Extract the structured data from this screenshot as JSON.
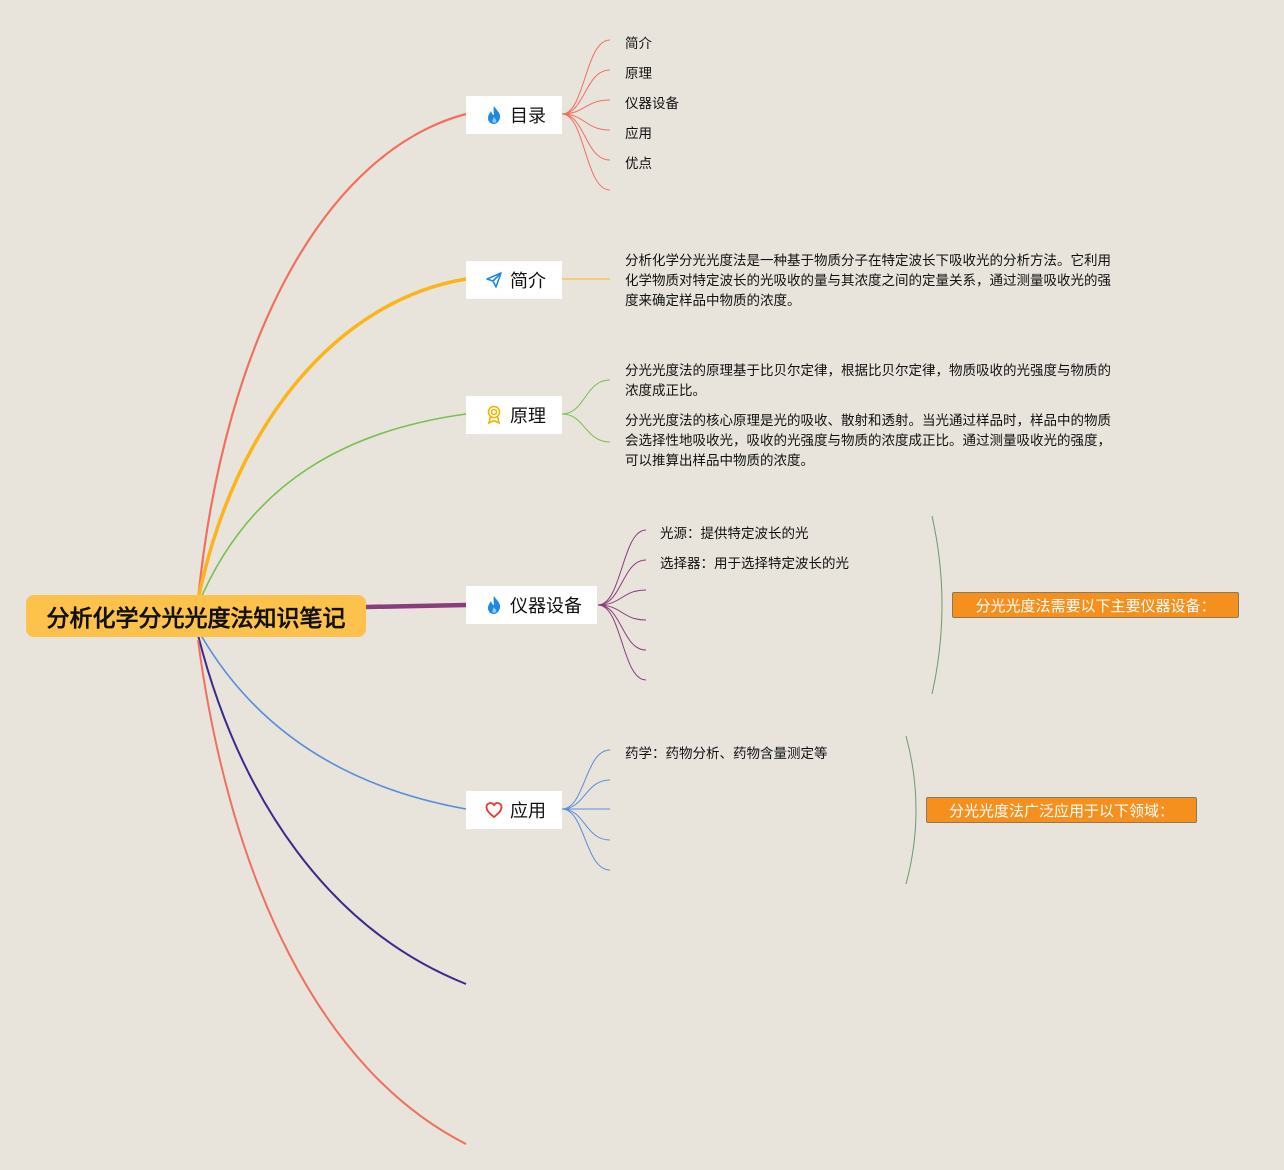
{
  "root": {
    "title": "分析化学分光光度法知识笔记"
  },
  "branches": {
    "toc": {
      "label": "目录",
      "icon": "flame-icon",
      "items": [
        "简介",
        "原理",
        "仪器设备",
        "应用",
        "优点"
      ]
    },
    "intro": {
      "label": "简介",
      "icon": "paper-plane-icon",
      "text": "分析化学分光光度法是一种基于物质分子在特定波长下吸收光的分析方法。它利用化学物质对特定波长的光吸收的量与其浓度之间的定量关系，通过测量吸收光的强度来确定样品中物质的浓度。"
    },
    "principle": {
      "label": "原理",
      "icon": "award-icon",
      "text1": "分光光度法的原理基于比贝尔定律，根据比贝尔定律，物质吸收的光强度与物质的浓度成正比。",
      "text2": "分光光度法的核心原理是光的吸收、散射和透射。当光通过样品时，样品中的物质会选择性地吸收光，吸收的光强度与物质的浓度成正比。通过测量吸收光的强度，可以推算出样品中物质的浓度。"
    },
    "equipment": {
      "label": "仪器设备",
      "icon": "flame-icon",
      "items": [
        "光源：提供特定波长的光",
        "选择器：用于选择特定波长的光"
      ],
      "summary": "分光光度法需要以下主要仪器设备："
    },
    "application": {
      "label": "应用",
      "icon": "heart-icon",
      "items": [
        "药学：药物分析、药物含量测定等"
      ],
      "summary": "分光光度法广泛应用于以下领域："
    }
  },
  "colors": {
    "background": "#e8e4dc",
    "root": "#fcc24c",
    "toc": "#f07060",
    "intro": "#fbb41c",
    "principle": "#78c050",
    "equipment": "#8a3c7c",
    "application": "#5a8ed8",
    "dark": "#3a2a8c",
    "callout": "#f5901e",
    "bracket": "#6a9a70"
  }
}
